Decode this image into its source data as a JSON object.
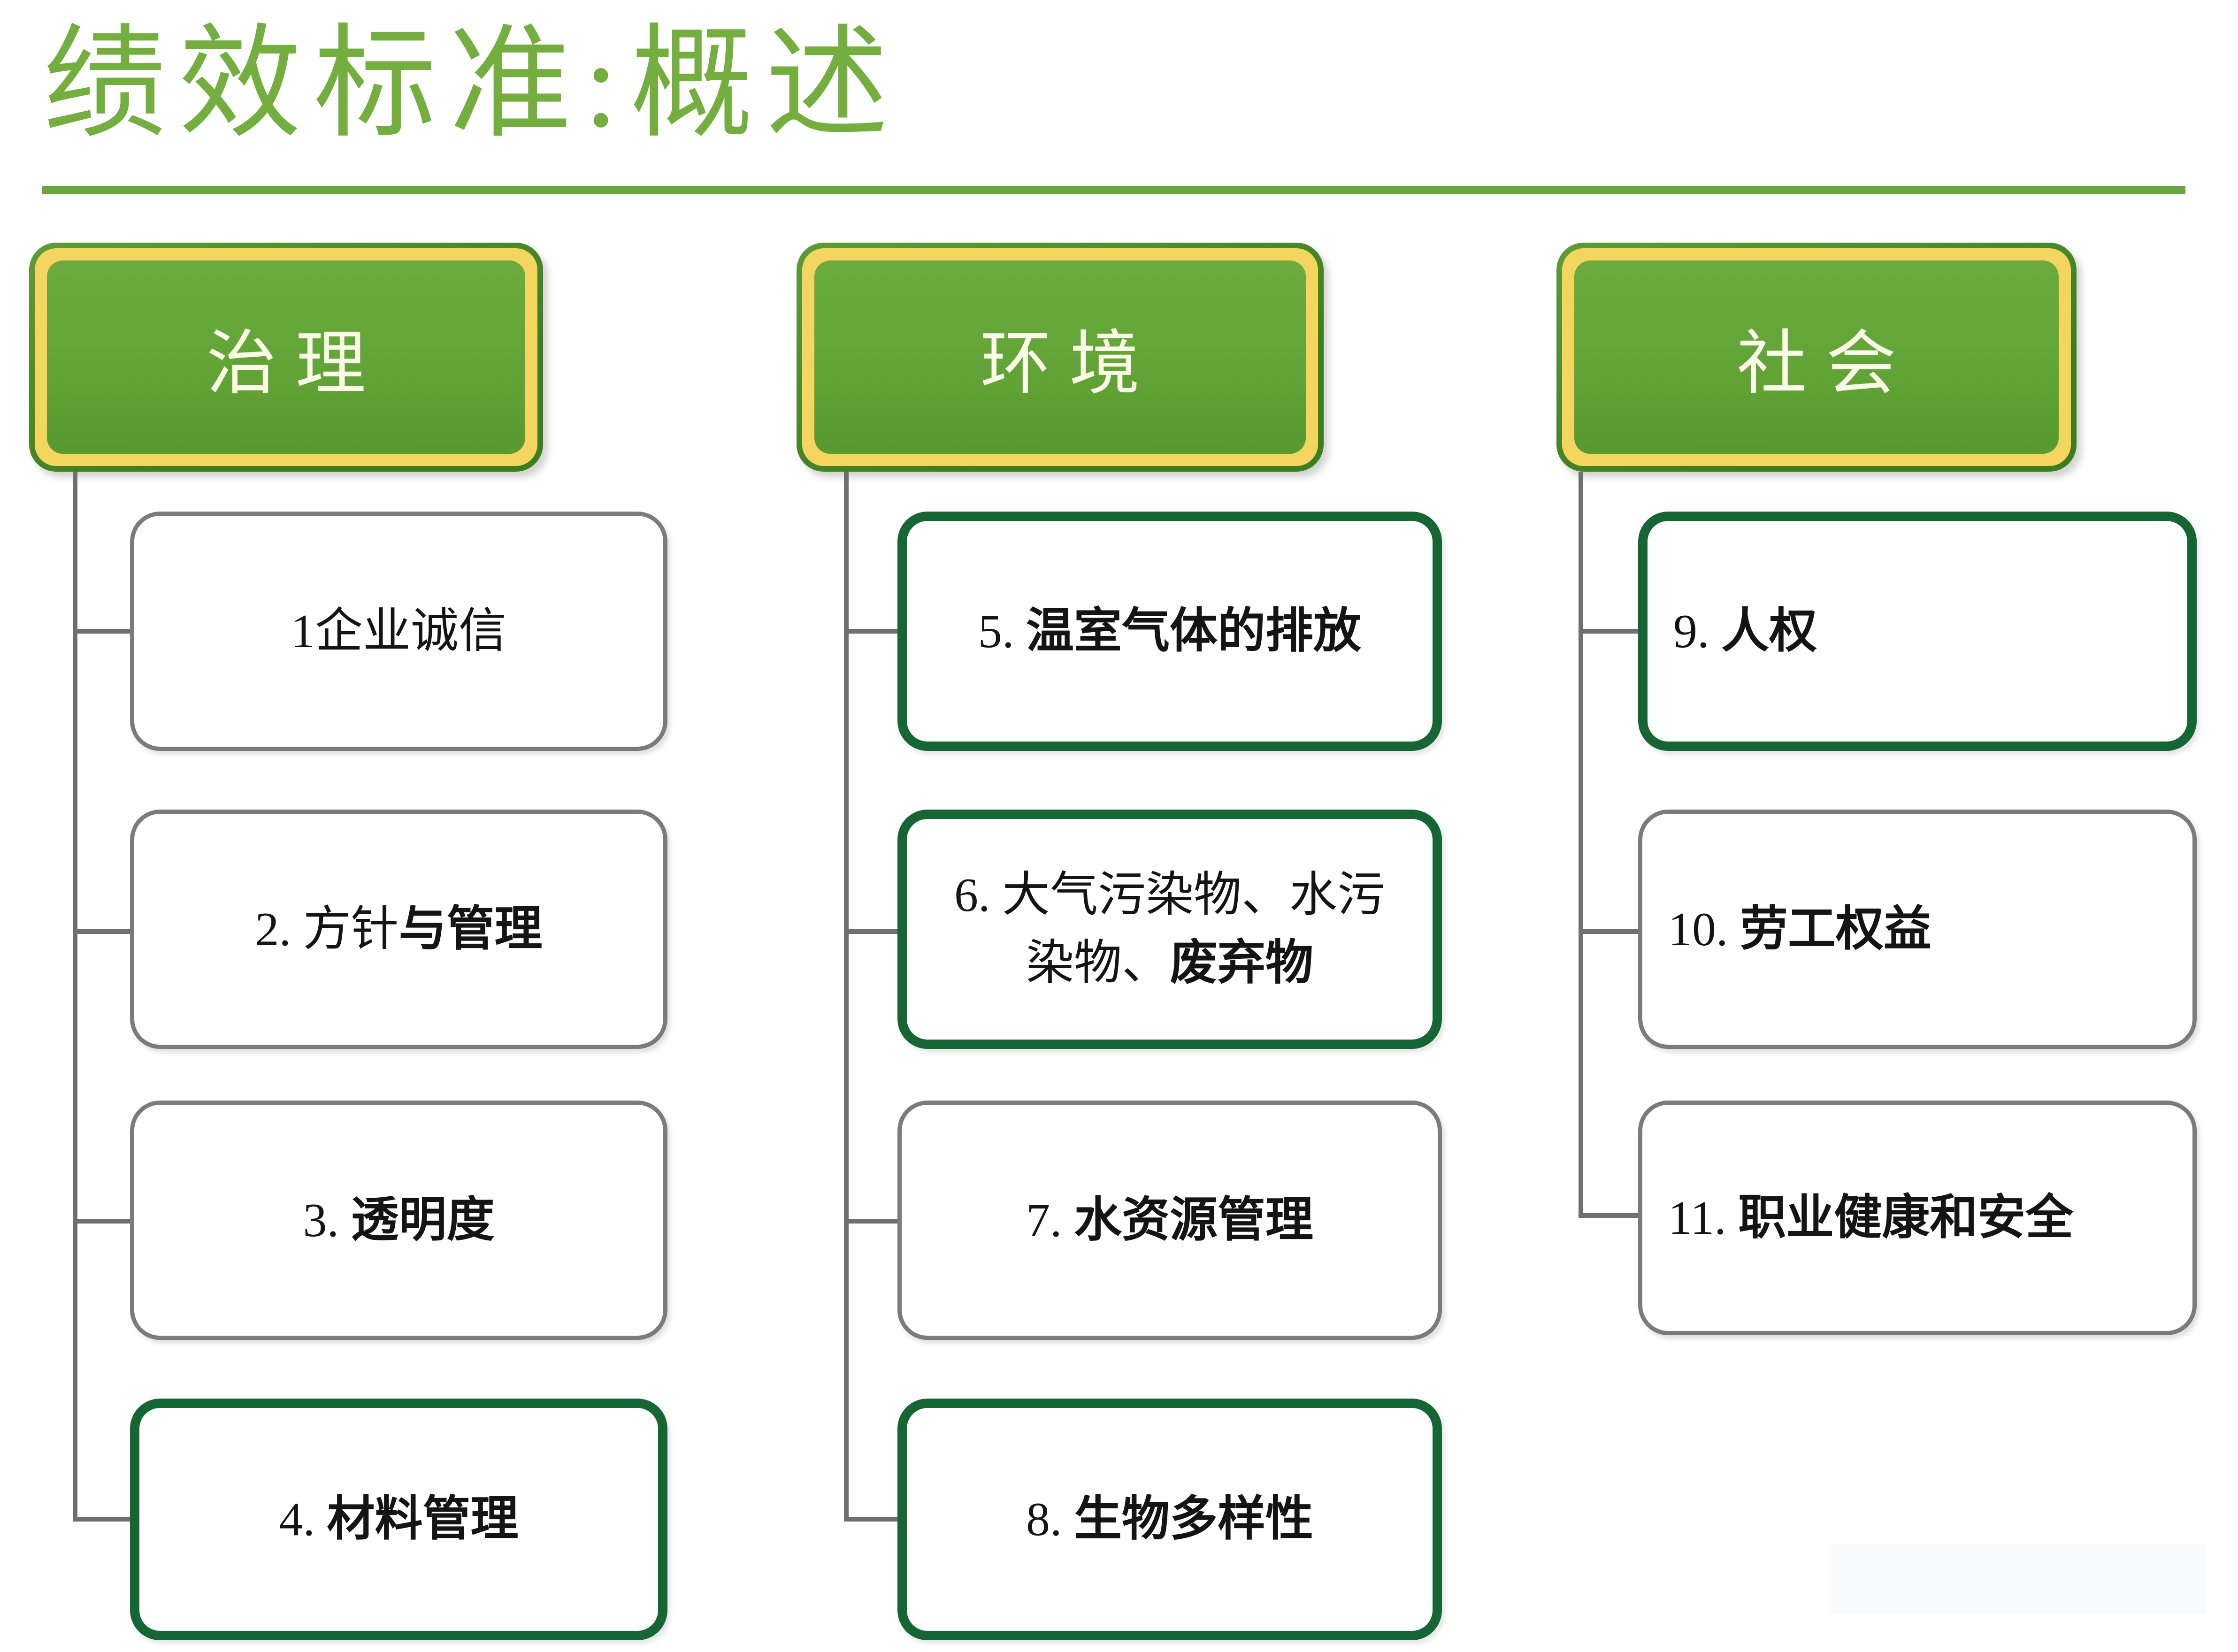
{
  "colors": {
    "page_bg": "#ffffff",
    "title_green": "#74ae3f",
    "rule_green": "#68a73f",
    "header_fill": "#62a437",
    "header_ring": "#f3d55f",
    "header_border": "#3c7d1f",
    "header_text": "#fbfbe8",
    "box_border_green": "#166534",
    "box_border_gray": "#7b7b7b",
    "connector": "#6f6f6f",
    "text_black": "#141414",
    "watermark": "#f8fafc"
  },
  "title": {
    "text": "绩效标准:概述"
  },
  "columns": [
    {
      "id": "governance",
      "header": "治理",
      "items": [
        {
          "text": "1企业诚信",
          "bold": ""
        },
        {
          "text": "2. 方针",
          "bold": "与管理"
        },
        {
          "text": "3. ",
          "bold": "透明度"
        },
        {
          "text": "4. ",
          "bold": "材料管理"
        }
      ]
    },
    {
      "id": "environment",
      "header": "环境",
      "items": [
        {
          "text": "5. ",
          "bold": "温室气体的排放"
        },
        {
          "text": "6. 大气污染物、水污染物、",
          "bold": "废弃物"
        },
        {
          "text": "7. ",
          "bold": "水资源管理"
        },
        {
          "text": "8. ",
          "bold": "生物多样性"
        }
      ]
    },
    {
      "id": "society",
      "header": "社会",
      "items": [
        {
          "text": "9. ",
          "bold": "人权"
        },
        {
          "text": "10. ",
          "bold": "劳工权益"
        },
        {
          "text": "11. ",
          "bold": "职业健康和安全"
        }
      ]
    }
  ]
}
